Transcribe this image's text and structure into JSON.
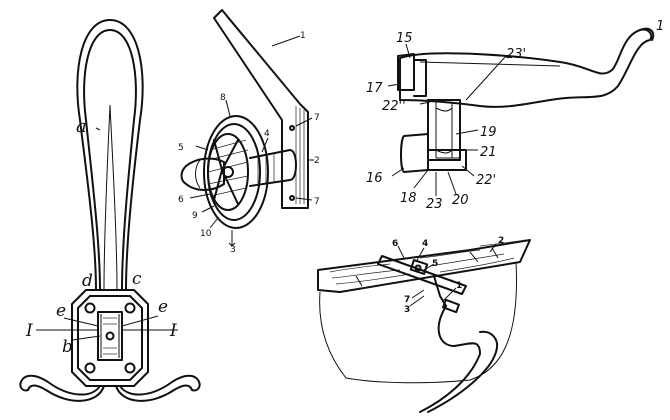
{
  "fig_hook": {
    "labels": {
      "a": "a",
      "b": "b",
      "c": "c",
      "d": "d",
      "e_left": "e",
      "e_right": "e",
      "sec_left": "I",
      "sec_right": "I"
    }
  },
  "fig_knob": {
    "labels": {
      "n1": "1",
      "n2": "2",
      "n3": "3",
      "n4": "4",
      "n5": "5",
      "n6": "6",
      "n7a": "7",
      "n7b": "7",
      "n8": "8",
      "n9": "9",
      "n10": "10"
    }
  },
  "fig_bracket": {
    "labels": {
      "n1": "1",
      "n15": "15",
      "n16": "16",
      "n17": "17",
      "n18": "18",
      "n19": "19",
      "n20": "20",
      "n21": "21",
      "n22a": "22''",
      "n22b": "22'",
      "n23a": "23'",
      "n23b": "23"
    }
  },
  "fig_rail": {
    "labels": {
      "n1": "1",
      "n2": "2",
      "n3": "3",
      "n4": "4",
      "n5": "5",
      "n6": "6",
      "n7": "7"
    }
  }
}
